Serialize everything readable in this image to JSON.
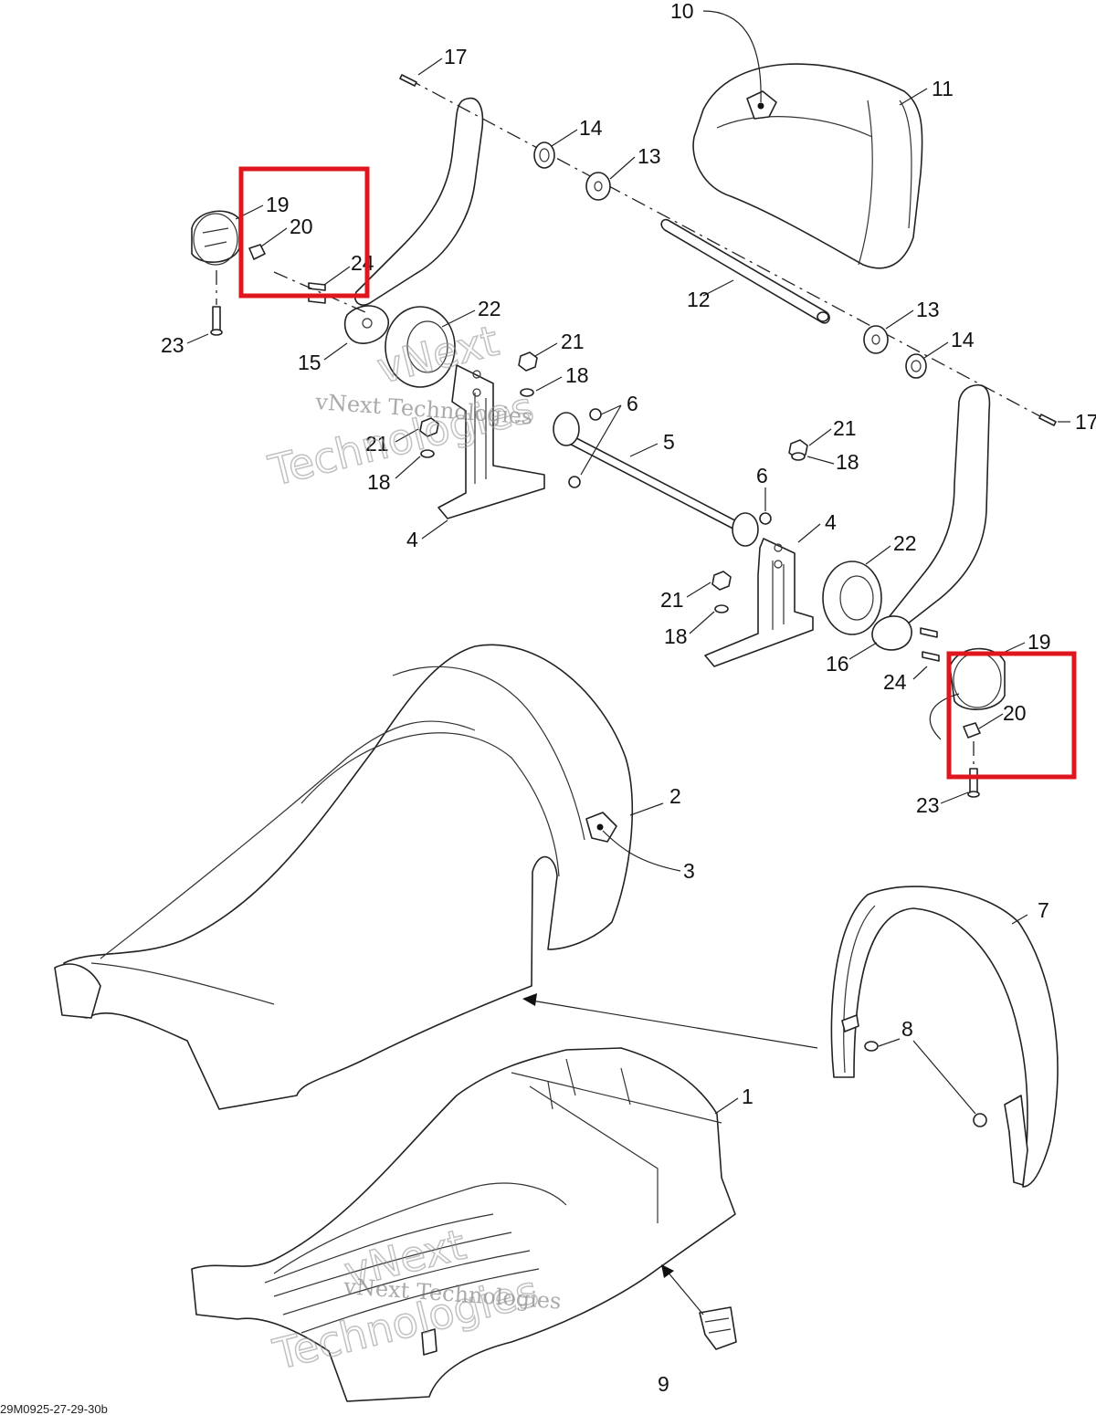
{
  "diagram": {
    "figure_code": "29M0925-27-29-30b",
    "watermark": {
      "line1": "vNext Technologies",
      "line2a": "vNext",
      "line2b": "Technologies"
    },
    "callouts": [
      {
        "id": "c10",
        "text": "10"
      },
      {
        "id": "c11",
        "text": "11"
      },
      {
        "id": "c17a",
        "text": "17"
      },
      {
        "id": "c14a",
        "text": "14"
      },
      {
        "id": "c13a",
        "text": "13"
      },
      {
        "id": "c19a",
        "text": "19"
      },
      {
        "id": "c20a",
        "text": "20"
      },
      {
        "id": "c24a",
        "text": "24"
      },
      {
        "id": "c22a",
        "text": "22"
      },
      {
        "id": "c12",
        "text": "12"
      },
      {
        "id": "c13b",
        "text": "13"
      },
      {
        "id": "c14b",
        "text": "14"
      },
      {
        "id": "c23a",
        "text": "23"
      },
      {
        "id": "c15",
        "text": "15"
      },
      {
        "id": "c21a",
        "text": "21"
      },
      {
        "id": "c18a",
        "text": "18"
      },
      {
        "id": "c6a",
        "text": "6"
      },
      {
        "id": "c17b",
        "text": "17"
      },
      {
        "id": "c21b",
        "text": "21"
      },
      {
        "id": "c18b",
        "text": "18"
      },
      {
        "id": "c5",
        "text": "5"
      },
      {
        "id": "c21c",
        "text": "21"
      },
      {
        "id": "c18c",
        "text": "18"
      },
      {
        "id": "c4a",
        "text": "4"
      },
      {
        "id": "c6b",
        "text": "6"
      },
      {
        "id": "c4b",
        "text": "4"
      },
      {
        "id": "c22b",
        "text": "22"
      },
      {
        "id": "c21d",
        "text": "21"
      },
      {
        "id": "c18d",
        "text": "18"
      },
      {
        "id": "c16",
        "text": "16"
      },
      {
        "id": "c24b",
        "text": "24"
      },
      {
        "id": "c19b",
        "text": "19"
      },
      {
        "id": "c20b",
        "text": "20"
      },
      {
        "id": "c23b",
        "text": "23"
      },
      {
        "id": "c2",
        "text": "2"
      },
      {
        "id": "c3",
        "text": "3"
      },
      {
        "id": "c7",
        "text": "7"
      },
      {
        "id": "c8",
        "text": "8"
      },
      {
        "id": "c1",
        "text": "1"
      },
      {
        "id": "c9",
        "text": "9"
      }
    ],
    "highlight_color": "#e0161f"
  }
}
